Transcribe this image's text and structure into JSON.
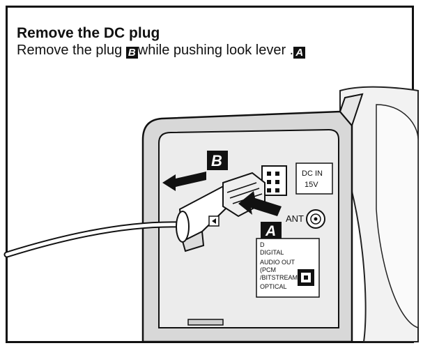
{
  "instruction": {
    "title": "Remove the DC plug",
    "text_before": "Remove the plug ",
    "badge_b": "B",
    "text_middle": "while pushing look lever  .",
    "badge_a": "A"
  },
  "illustration": {
    "callout_b": "B",
    "callout_a": "A",
    "dc_in_label": "DC IN",
    "dc_in_voltage": "15V",
    "ant_label": "ANT",
    "panel_lines": [
      "D",
      "DIGITAL",
      "AUDIO OUT",
      "(PCM",
      "/BITSTREAM)",
      "OPTICAL"
    ]
  }
}
